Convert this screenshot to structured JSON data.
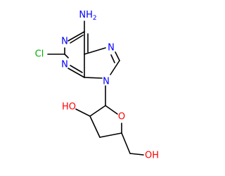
{
  "colors": {
    "nitrogen": "#0000ff",
    "oxygen": "#ff0000",
    "chlorine": "#00b000",
    "carbon_bond": "#000000"
  },
  "atoms": {
    "amine": "NH2",
    "n1": "N",
    "n3": "N",
    "n7": "N",
    "n9": "N",
    "cl": "Cl",
    "ring_o": "O",
    "ho_sugar": "HO",
    "oh_terminal": "OH"
  }
}
